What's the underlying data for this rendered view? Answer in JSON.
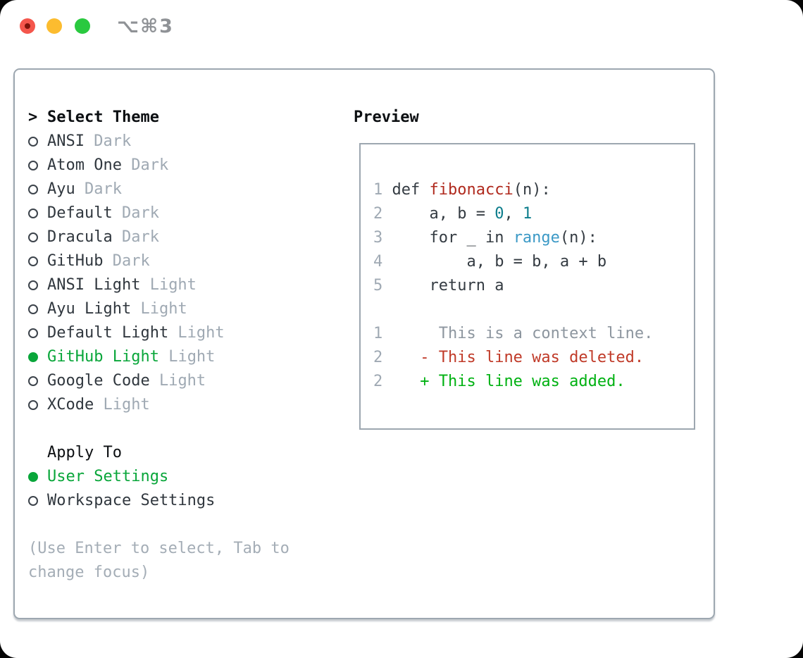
{
  "window": {
    "title": "⌥⌘3",
    "traffic_lights": {
      "close": "close",
      "minimize": "minimize",
      "zoom": "zoom"
    }
  },
  "theme_panel": {
    "header": {
      "prompt": ">",
      "label": "Select Theme"
    },
    "themes": [
      {
        "name": "ANSI",
        "tag": "Dark",
        "selected": false
      },
      {
        "name": "Atom One",
        "tag": "Dark",
        "selected": false
      },
      {
        "name": "Ayu",
        "tag": "Dark",
        "selected": false
      },
      {
        "name": "Default",
        "tag": "Dark",
        "selected": false
      },
      {
        "name": "Dracula",
        "tag": "Dark",
        "selected": false
      },
      {
        "name": "GitHub",
        "tag": "Dark",
        "selected": false
      },
      {
        "name": "ANSI Light",
        "tag": "Light",
        "selected": false
      },
      {
        "name": "Ayu Light",
        "tag": "Light",
        "selected": false
      },
      {
        "name": "Default Light",
        "tag": "Light",
        "selected": false
      },
      {
        "name": "GitHub Light",
        "tag": "Light",
        "selected": true
      },
      {
        "name": "Google Code",
        "tag": "Light",
        "selected": false
      },
      {
        "name": "XCode",
        "tag": "Light",
        "selected": false
      }
    ],
    "apply_to": {
      "label": "Apply To",
      "options": [
        {
          "name": "User Settings",
          "selected": true
        },
        {
          "name": "Workspace Settings",
          "selected": false
        }
      ]
    },
    "hint_line1": "(Use Enter to select, Tab to",
    "hint_line2": "change focus)"
  },
  "preview": {
    "label": "Preview",
    "code_lines": [
      [
        {
          "t": "1 ",
          "c": "ln"
        },
        {
          "t": "def ",
          "c": "pl"
        },
        {
          "t": "fibonacci",
          "c": "fn"
        },
        {
          "t": "(n):",
          "c": "pl"
        }
      ],
      [
        {
          "t": "2 ",
          "c": "ln"
        },
        {
          "t": "    a, b = ",
          "c": "pl"
        },
        {
          "t": "0",
          "c": "nm"
        },
        {
          "t": ", ",
          "c": "pl"
        },
        {
          "t": "1",
          "c": "nm"
        }
      ],
      [
        {
          "t": "3 ",
          "c": "ln"
        },
        {
          "t": "    for _ in ",
          "c": "pl"
        },
        {
          "t": "range",
          "c": "bi"
        },
        {
          "t": "(n):",
          "c": "pl"
        }
      ],
      [
        {
          "t": "4 ",
          "c": "ln"
        },
        {
          "t": "        a, b = b, a + b",
          "c": "pl"
        }
      ],
      [
        {
          "t": "5 ",
          "c": "ln"
        },
        {
          "t": "    return a",
          "c": "pl"
        }
      ],
      [],
      [
        {
          "t": "1 ",
          "c": "ln"
        },
        {
          "t": "     This is a context line.",
          "c": "ctx"
        }
      ],
      [
        {
          "t": "2 ",
          "c": "ln"
        },
        {
          "t": "   - This line was deleted.",
          "c": "del"
        }
      ],
      [
        {
          "t": "2 ",
          "c": "ln"
        },
        {
          "t": "   + This line was added.",
          "c": "add"
        }
      ]
    ]
  },
  "colors": {
    "selection_green": "#09a63a",
    "added_green": "#00b112",
    "deleted_red": "#c03a28",
    "function_red": "#b02a1e",
    "number_teal": "#0d7d8c",
    "builtin_blue": "#3b99c6",
    "muted_gray": "#9fa9b3",
    "border_gray": "#9da7b0",
    "traffic_red": "#f4564c",
    "traffic_yellow": "#fcbc2f",
    "traffic_green": "#2ac93f"
  }
}
